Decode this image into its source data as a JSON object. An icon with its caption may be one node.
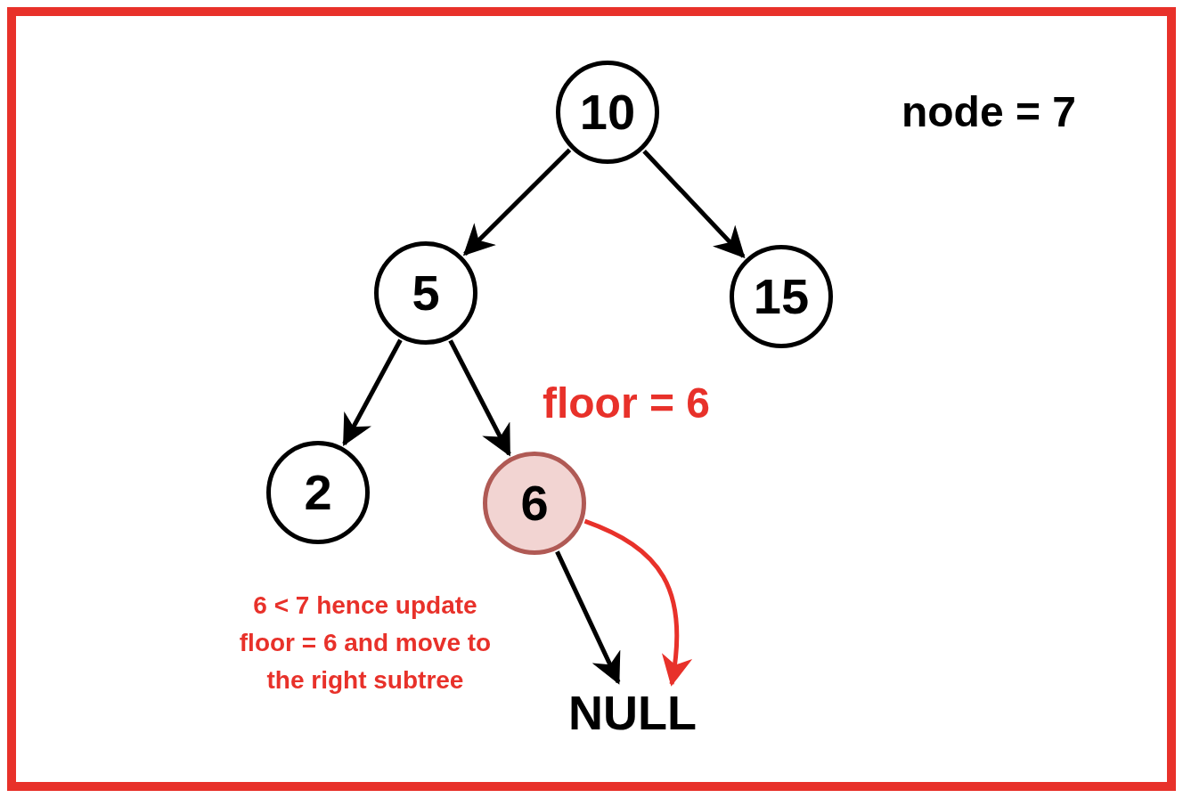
{
  "diagram": {
    "nodes": [
      {
        "text": [
          "10"
        ]
      },
      {
        "text": [
          "5"
        ]
      },
      {
        "text": [
          "15"
        ]
      },
      {
        "text": [
          "2"
        ]
      },
      {
        "text": [
          "6"
        ]
      },
      {
        "text": [
          "NULL"
        ]
      }
    ],
    "edges": [
      {
        "from": 0,
        "to": 1,
        "arrow": "to"
      },
      {
        "from": 0,
        "to": 2,
        "arrow": "to"
      },
      {
        "from": 1,
        "to": 3,
        "arrow": "to"
      },
      {
        "from": 1,
        "to": 4,
        "arrow": "to"
      },
      {
        "from": 4,
        "to": 5,
        "arrow": "to"
      },
      {
        "from": 4,
        "to": 5,
        "arrow": "to",
        "color": "#e8312a"
      }
    ],
    "labels": [
      "node = 7",
      "floor = 6",
      "6 < 7 hence update floor = 6 and move to the right subtree"
    ]
  }
}
